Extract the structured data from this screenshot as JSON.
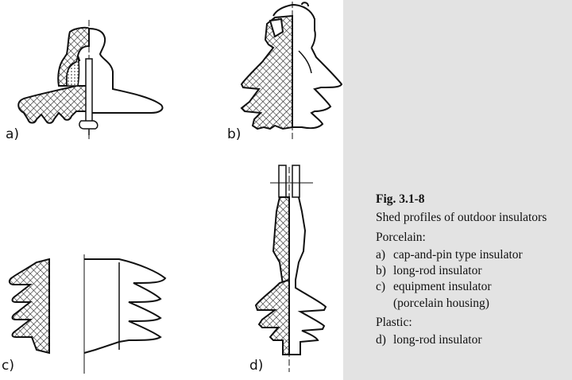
{
  "figure": {
    "panel_labels": [
      "a)",
      "b)",
      "c)",
      "d)"
    ]
  },
  "caption": {
    "figure_number": "Fig. 3.1-8",
    "title": "Shed profiles of outdoor insulators",
    "group1_heading": "Porcelain:",
    "items": [
      {
        "letter": "a)",
        "text": "cap-and-pin type insulator"
      },
      {
        "letter": "b)",
        "text": "long-rod insulator"
      },
      {
        "letter": "c)",
        "text": "equipment insulator"
      }
    ],
    "item_c_continuation": "(porcelain housing)",
    "group2_heading": "Plastic:",
    "plastic_items": [
      {
        "letter": "d)",
        "text": "long-rod insulator"
      }
    ]
  }
}
